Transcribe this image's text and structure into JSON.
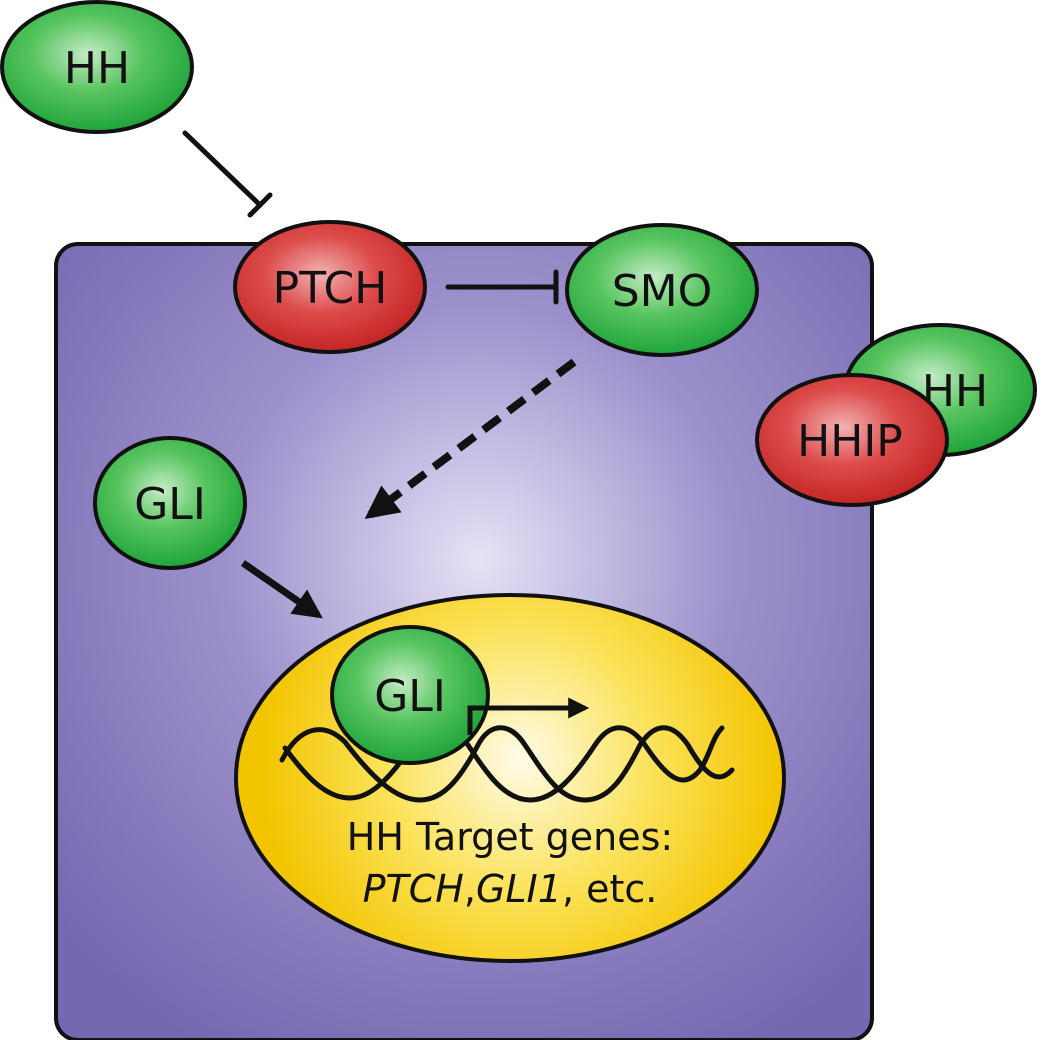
{
  "labels": {
    "hh_outside": "HH",
    "ptch": "PTCH",
    "smo": "SMO",
    "hh_bound": "HH",
    "hhip": "HHIP",
    "gli_cyto": "GLI",
    "gli_nucleus": "GLI",
    "target_title": "HH Target genes:",
    "target_gene_1": "PTCH",
    "target_sep": ",",
    "target_gene_2": "GLI1",
    "target_suffix": ", etc."
  },
  "colors": {
    "cell": "#7b6fb5",
    "cell_glow": "#ffffff",
    "nucleus": "#f5cc00",
    "nucleus_glow": "#fffbe6",
    "green_protein": "#2fb24a",
    "red_protein": "#d42f2f",
    "stroke": "#111111"
  }
}
